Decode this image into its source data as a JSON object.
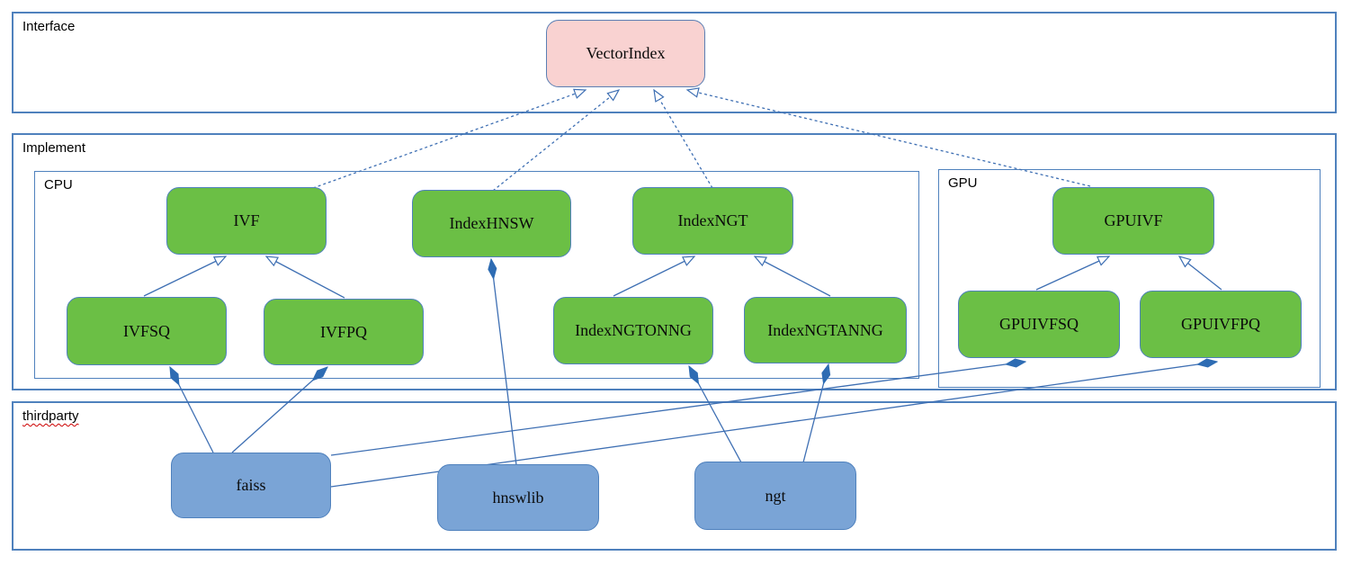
{
  "containers": {
    "interface": {
      "label": "Interface"
    },
    "implement": {
      "label": "Implement"
    },
    "cpu": {
      "label": "CPU"
    },
    "gpu": {
      "label": "GPU"
    },
    "thirdparty": {
      "label": "thirdparty",
      "misspell_underline": true
    }
  },
  "nodes": {
    "vectorindex": {
      "label": "VectorIndex",
      "kind": "interface"
    },
    "ivf": {
      "label": "IVF",
      "kind": "class"
    },
    "indexhnsw": {
      "label": "IndexHNSW",
      "kind": "class"
    },
    "indexngt": {
      "label": "IndexNGT",
      "kind": "class"
    },
    "gpuivf": {
      "label": "GPUIVF",
      "kind": "class"
    },
    "ivfsq": {
      "label": "IVFSQ",
      "kind": "class"
    },
    "ivfpq": {
      "label": "IVFPQ",
      "kind": "class"
    },
    "indexngtonng": {
      "label": "IndexNGTONNG",
      "kind": "class"
    },
    "indexngtanng": {
      "label": "IndexNGTANNG",
      "kind": "class"
    },
    "gpuivfsq": {
      "label": "GPUIVFSQ",
      "kind": "class"
    },
    "gpuivfpq": {
      "label": "GPUIVFPQ",
      "kind": "class"
    },
    "faiss": {
      "label": "faiss",
      "kind": "thirdparty-lib"
    },
    "hnswlib": {
      "label": "hnswlib",
      "kind": "thirdparty-lib"
    },
    "ngt": {
      "label": "ngt",
      "kind": "thirdparty-lib"
    }
  },
  "edges": [
    {
      "from": "IVF",
      "to": "VectorIndex",
      "relation": "realization"
    },
    {
      "from": "IndexHNSW",
      "to": "VectorIndex",
      "relation": "realization"
    },
    {
      "from": "IndexNGT",
      "to": "VectorIndex",
      "relation": "realization"
    },
    {
      "from": "GPUIVF",
      "to": "VectorIndex",
      "relation": "realization"
    },
    {
      "from": "IVFSQ",
      "to": "IVF",
      "relation": "inheritance"
    },
    {
      "from": "IVFPQ",
      "to": "IVF",
      "relation": "inheritance"
    },
    {
      "from": "IndexNGTONNG",
      "to": "IndexNGT",
      "relation": "inheritance"
    },
    {
      "from": "IndexNGTANNG",
      "to": "IndexNGT",
      "relation": "inheritance"
    },
    {
      "from": "GPUIVFSQ",
      "to": "GPUIVF",
      "relation": "inheritance"
    },
    {
      "from": "GPUIVFPQ",
      "to": "GPUIVF",
      "relation": "inheritance"
    },
    {
      "from": "faiss",
      "to": "IVFSQ",
      "relation": "composition"
    },
    {
      "from": "faiss",
      "to": "IVFPQ",
      "relation": "composition"
    },
    {
      "from": "hnswlib",
      "to": "IndexHNSW",
      "relation": "composition"
    },
    {
      "from": "ngt",
      "to": "IndexNGTONNG",
      "relation": "composition"
    },
    {
      "from": "ngt",
      "to": "IndexNGTANNG",
      "relation": "composition"
    },
    {
      "from": "faiss",
      "to": "GPUIVFSQ",
      "relation": "composition"
    },
    {
      "from": "faiss",
      "to": "GPUIVFPQ",
      "relation": "composition"
    }
  ],
  "colors": {
    "background": "#FFFFFF",
    "interface_fill": "#F9D2D1",
    "class_fill": "#6BBF45",
    "thirdparty_fill": "#7AA4D6",
    "node_border": "#4F81BD",
    "container_border": "#4F81BD",
    "edge_line": "#3E6FB3",
    "diamond_fill": "#2E6CB3",
    "misspell_underline": "#CC0000"
  }
}
